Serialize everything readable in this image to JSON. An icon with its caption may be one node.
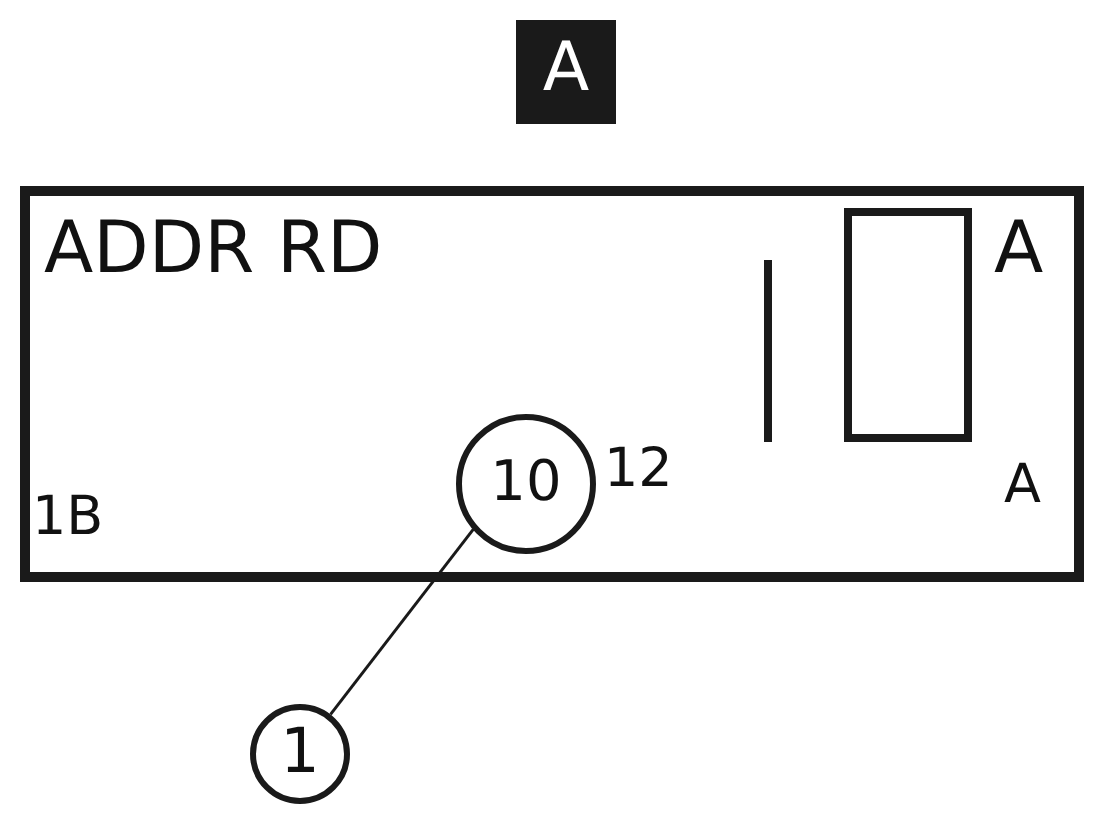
{
  "diagram": {
    "nodes": [
      {
        "text": [
          "A"
        ]
      },
      {
        "text": [
          "ADDR RD",
          "A",
          "1B",
          "12",
          "A"
        ]
      },
      {
        "text": [
          "10"
        ],
        "in": 1
      },
      {
        "text": [
          "1"
        ]
      }
    ],
    "edges": [
      {
        "from": 3,
        "to": 2,
        "arrow": "none"
      }
    ]
  }
}
